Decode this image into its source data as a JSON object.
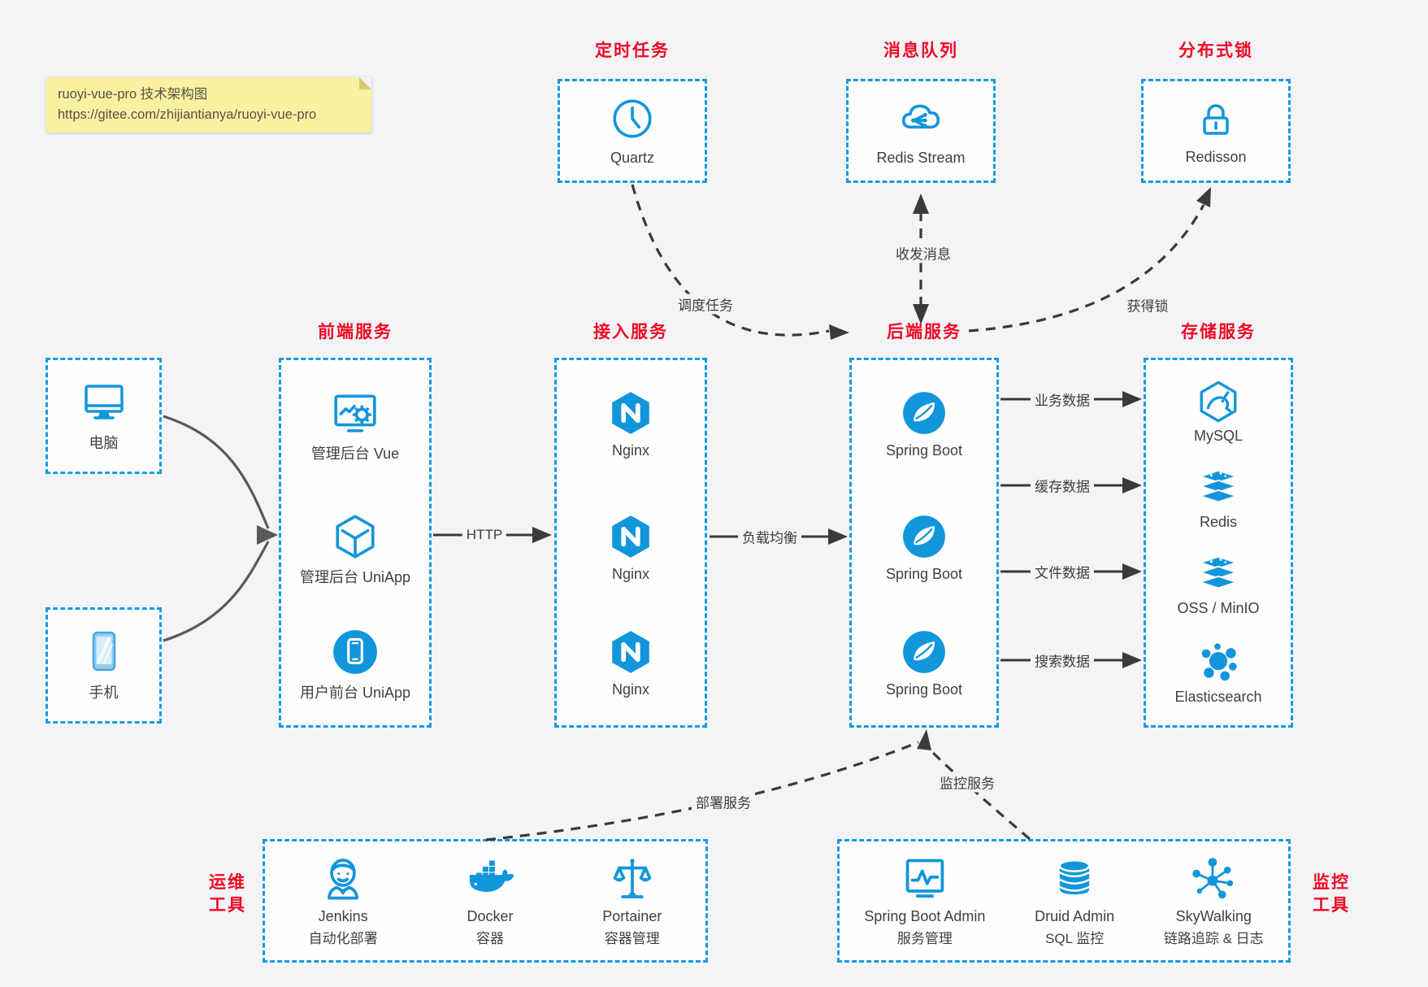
{
  "note": {
    "line1": "ruoyi-vue-pro 技术架构图",
    "line2": "https://gitee.com/zhijiantianya/ruoyi-vue-pro"
  },
  "groups": {
    "scheduled": {
      "title": "定时任务",
      "item": "Quartz"
    },
    "mq": {
      "title": "消息队列",
      "item": "Redis Stream"
    },
    "lock": {
      "title": "分布式锁",
      "item": "Redisson"
    },
    "clients": {
      "computer": "电脑",
      "phone": "手机"
    },
    "frontend": {
      "title": "前端服务",
      "items": [
        "管理后台 Vue",
        "管理后台 UniApp",
        "用户前台 UniApp"
      ]
    },
    "gateway": {
      "title": "接入服务",
      "items": [
        "Nginx",
        "Nginx",
        "Nginx"
      ]
    },
    "backend": {
      "title": "后端服务",
      "items": [
        "Spring Boot",
        "Spring Boot",
        "Spring Boot"
      ]
    },
    "storage": {
      "title": "存储服务",
      "items": [
        "MySQL",
        "Redis",
        "OSS / MinIO",
        "Elasticsearch"
      ]
    },
    "ops": {
      "title_line1": "运维",
      "title_line2": "工具",
      "items": [
        {
          "name": "Jenkins",
          "desc": "自动化部署"
        },
        {
          "name": "Docker",
          "desc": "容器"
        },
        {
          "name": "Portainer",
          "desc": "容器管理"
        }
      ]
    },
    "monitor": {
      "title_line1": "监控",
      "title_line2": "工具",
      "items": [
        {
          "name": "Spring Boot Admin",
          "desc": "服务管理"
        },
        {
          "name": "Druid Admin",
          "desc": "SQL 监控"
        },
        {
          "name": "SkyWalking",
          "desc": "链路追踪 & 日志"
        }
      ]
    }
  },
  "edges": {
    "schedule": "调度任务",
    "message": "收发消息",
    "acquire_lock": "获得锁",
    "http": "HTTP",
    "load_balance": "负载均衡",
    "business_data": "业务数据",
    "cache_data": "缓存数据",
    "file_data": "文件数据",
    "search_data": "搜索数据",
    "deploy": "部署服务",
    "monitor": "监控服务"
  },
  "icons": {
    "clock-icon": "Quartz 定时任务",
    "cloud-mq-icon": "Redis Stream 消息队列",
    "lock-icon": "Redisson 分布式锁",
    "computer-icon": "电脑",
    "phone-icon": "手机",
    "admin-vue-icon": "管理后台 Vue",
    "uniapp-cube-icon": "管理后台 UniApp",
    "user-app-icon": "用户前台 UniApp",
    "nginx-icon": "Nginx",
    "spring-leaf-icon": "Spring Boot",
    "mysql-icon": "MySQL",
    "redis-stack-icon": "Redis / OSS / MinIO",
    "elasticsearch-icon": "Elasticsearch",
    "jenkins-icon": "Jenkins",
    "docker-whale-icon": "Docker",
    "portainer-scales-icon": "Portainer",
    "sba-monitor-icon": "Spring Boot Admin",
    "druid-db-icon": "Druid Admin",
    "skywalking-icon": "SkyWalking"
  },
  "colors": {
    "accent_blue": "#1296db",
    "border_blue": "#149be0",
    "title_red": "#ee0a24",
    "arrow_dark": "#3a3a3a",
    "note_bg": "#faf1a0",
    "canvas_bg": "#f4f4f6"
  }
}
